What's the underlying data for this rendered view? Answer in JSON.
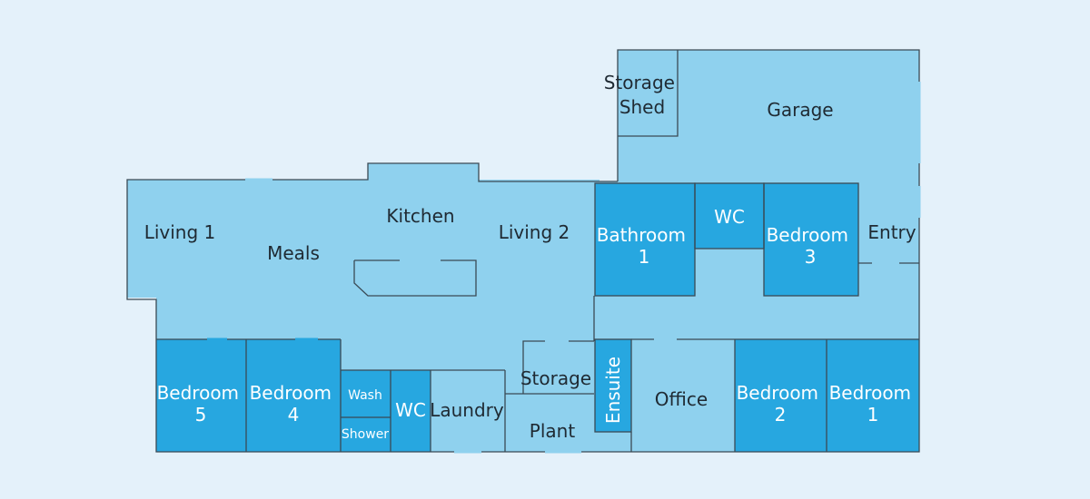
{
  "colors": {
    "background": "#e4f1fa",
    "room_light": "#8fd1ee",
    "room_dark": "#27a7e0",
    "wall": "#3a4a55"
  },
  "rooms": {
    "storage_shed": [
      "Storage",
      "Shed"
    ],
    "garage": "Garage",
    "living_1": "Living 1",
    "meals": "Meals",
    "kitchen": "Kitchen",
    "living_2": "Living 2",
    "bathroom_1": [
      "Bathroom",
      "1"
    ],
    "wc_top": "WC",
    "bedroom_3": [
      "Bedroom",
      "3"
    ],
    "entry": "Entry",
    "bedroom_5": [
      "Bedroom",
      "5"
    ],
    "bedroom_4": [
      "Bedroom",
      "4"
    ],
    "wash": "Wash",
    "shower": "Shower",
    "wc_bottom": "WC",
    "laundry": "Laundry",
    "storage": "Storage",
    "plant": "Plant",
    "ensuite": "Ensuite",
    "office": "Office",
    "bedroom_2": [
      "Bedroom",
      "2"
    ],
    "bedroom_1": [
      "Bedroom",
      "1"
    ]
  }
}
